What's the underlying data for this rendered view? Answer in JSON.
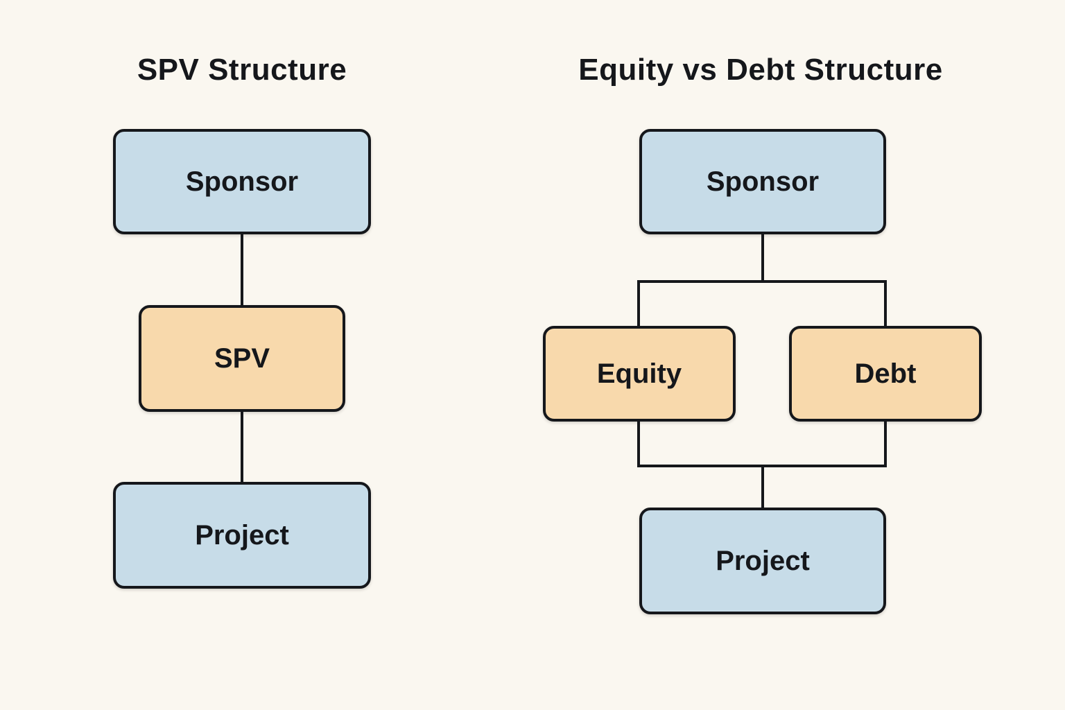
{
  "colors": {
    "bg": "#faf7f0",
    "box_blue": "#c7dce8",
    "box_orange": "#f8d9ac",
    "ink": "#15171b",
    "line": "#15171b"
  },
  "left_diagram": {
    "title": "SPV Structure",
    "nodes": {
      "sponsor": {
        "label": "Sponsor",
        "type": "blue"
      },
      "spv": {
        "label": "SPV",
        "type": "orange"
      },
      "project": {
        "label": "Project",
        "type": "blue"
      }
    }
  },
  "right_diagram": {
    "title": "Equity vs Debt Structure",
    "nodes": {
      "sponsor": {
        "label": "Sponsor",
        "type": "blue"
      },
      "equity": {
        "label": "Equity",
        "type": "orange"
      },
      "debt": {
        "label": "Debt",
        "type": "orange"
      },
      "project": {
        "label": "Project",
        "type": "blue"
      }
    }
  }
}
